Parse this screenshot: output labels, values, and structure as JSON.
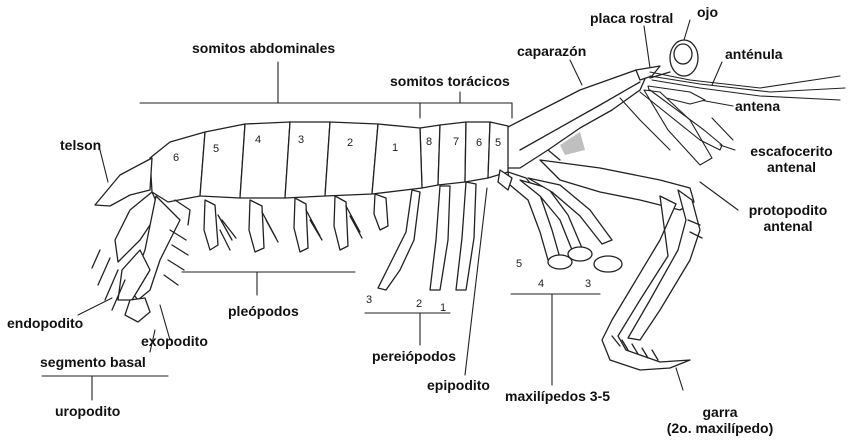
{
  "labels": {
    "somitos_abdominales": "somitos abdominales",
    "somitos_toracicos": "somitos torácicos",
    "placa_rostral": "placa rostral",
    "ojo": "ojo",
    "caparazon": "caparazón",
    "antenula": "anténula",
    "antena": "antena",
    "escafocerito_1": "escafocerito",
    "escafocerito_2": "antenal",
    "protopodito_1": "protopodito",
    "protopodito_2": "antenal",
    "telson": "telson",
    "endopodito": "endopodito",
    "exopodito": "exopodito",
    "segmento_basal": "segmento basal",
    "uropodito": "uropodito",
    "pleopodos": "pleópodos",
    "pereiopodos": "pereiópodos",
    "epipodito": "epipodito",
    "maxilipedos": "maxilípedos 3-5",
    "garra_1": "garra",
    "garra_2": "(2o. maxilípedo)"
  },
  "segment_numbers": {
    "abdominal": [
      "6",
      "5",
      "4",
      "3",
      "2",
      "1"
    ],
    "thoracic": [
      "8",
      "7",
      "6",
      "5"
    ]
  },
  "leg_numbers": {
    "pereiopods": [
      "3",
      "2",
      "1"
    ],
    "maxillipeds": [
      "5",
      "4",
      "3"
    ]
  },
  "colors": {
    "line": "#222222",
    "fill": "#ffffff",
    "shade": "#bfbfbf"
  }
}
